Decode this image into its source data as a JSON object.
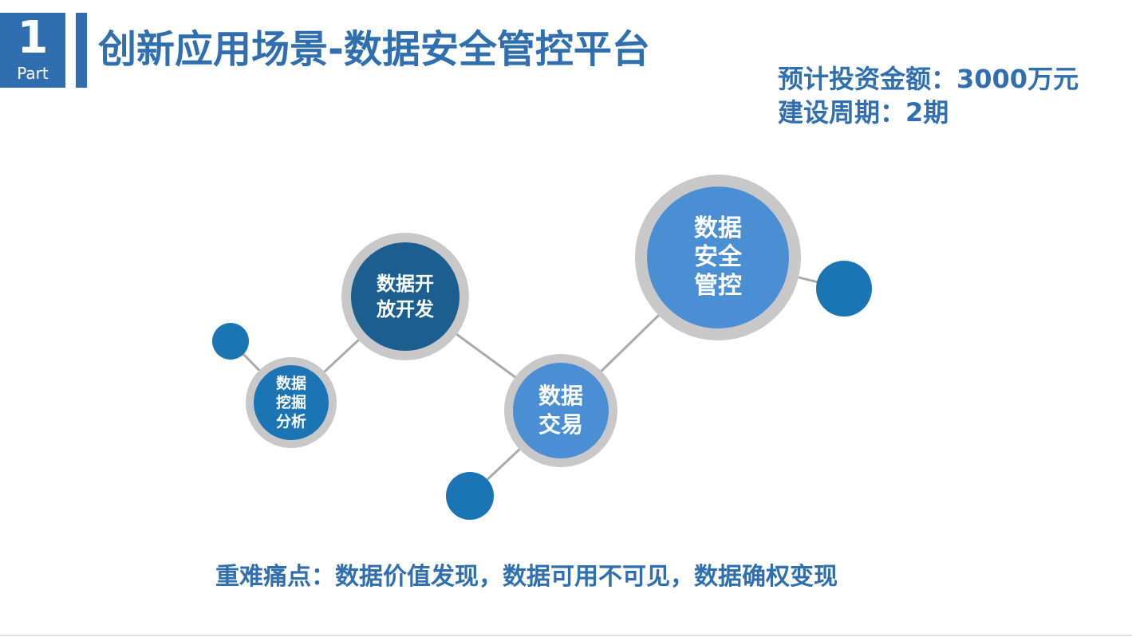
{
  "header": {
    "part_number": "1",
    "part_label": "Part",
    "title": "创新应用场景-数据安全管控平台"
  },
  "info": {
    "investment": "预计投资金额：3000万元",
    "period": "建设周期：2期"
  },
  "nodes": {
    "mining": "数据\n挖掘\n分析",
    "open_dev": "数据开\n放开发",
    "trade": "数据\n交易",
    "security": "数据\n安全\n管控"
  },
  "pain_points": "重难痛点：数据价值发现，数据可用不可见，数据确权变现",
  "colors": {
    "brand": "#2f6fb0",
    "dark_node": "#1a5f8f",
    "light_node": "#4a8fd4",
    "dot": "#1b75b4",
    "ring": "#c8c8c8"
  }
}
